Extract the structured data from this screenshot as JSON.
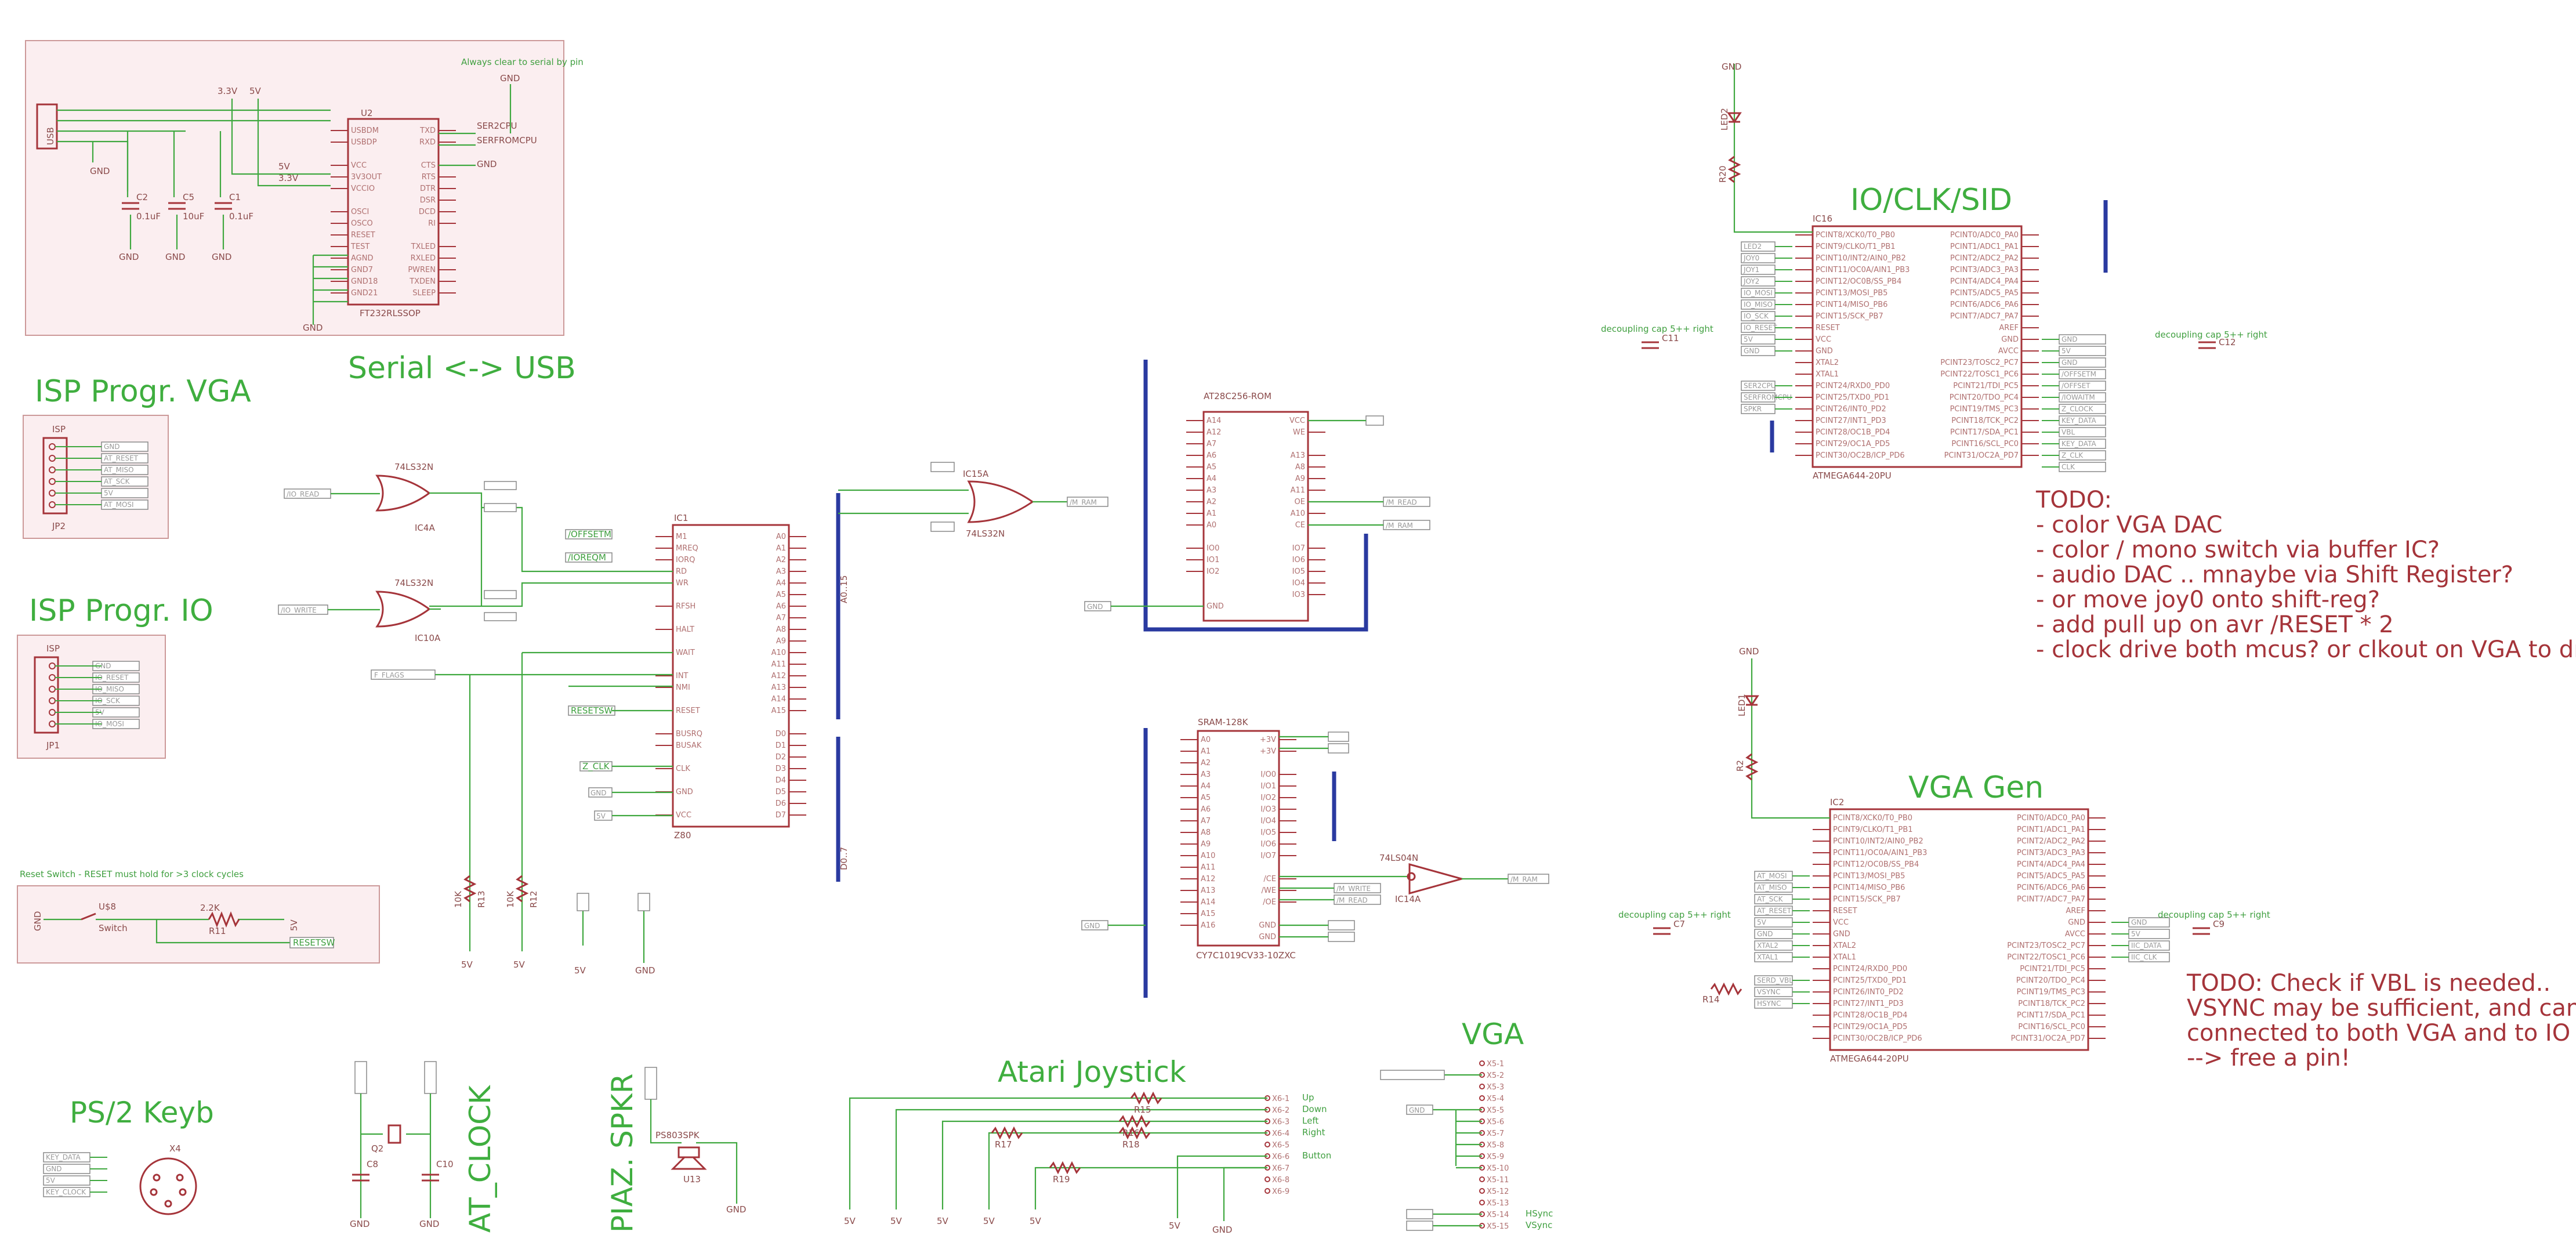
{
  "sheets": {
    "serial": "Serial <-> USB",
    "isp_vga": "ISP Progr. VGA",
    "isp_io": "ISP Progr. IO",
    "io_clk": "IO/CLK/SID",
    "vga_gen": "VGA Gen",
    "ps2": "PS/2 Keyb",
    "at_clock": "AT_CLOCK",
    "spkr": "PIAZ. SPKR",
    "joystick": "Atari Joystick",
    "vga": "VGA"
  },
  "todo_io": {
    "title": "TODO:",
    "lines": [
      "- color VGA DAC",
      "-   color / mono switch via buffer IC?",
      "- audio DAC .. mnaybe via Shift Register?",
      "-   or move joy0 onto shift-reg?",
      "- add pull up on avr /RESET * 2",
      "- clock drive both mcus? or clkout on VGA to drive IO?"
    ]
  },
  "todo_vga": {
    "lines": [
      "TODO: Check if VBL is needed..",
      "VSYNC may be sufficient, and can be",
      "connected to both VGA and to IO mcu",
      "--> free a pin!"
    ]
  },
  "parts": {
    "u2": "U2",
    "u2_part": "FT232RLSSOP",
    "usb": "USB",
    "ic1": "IC1",
    "z80": "Z80",
    "ic4a": "IC4A",
    "ic10a": "IC10A",
    "ic4a_type": "74LS32N",
    "ic10a_type": "74LS32N",
    "ic15a": "IC15A",
    "ic15a_type": "74LS32N",
    "rom": "AT28C256-ROM",
    "sram": "SRAM-128K",
    "sram_part": "CY7C1019CV33-10ZXC",
    "ic14a": "IC14A",
    "ic14a_type": "74LS04N",
    "ic16": "IC16",
    "ic16_part": "ATMEGA644-20PU",
    "ic2": "IC2",
    "ic2_part": "ATMEGA644-20PU",
    "jp2": "JP2",
    "jp1": "JP1",
    "isp": "ISP",
    "x4": "X4",
    "x6": "X6",
    "x5": "X5",
    "q2": "Q2",
    "c8": "C8",
    "c10": "C10",
    "spkr_part": "PS803SPK",
    "u13": "U13",
    "u8": "U$8",
    "switch": "Switch",
    "r11": "R11",
    "r11_val": "2.2K",
    "reset_note": "Reset Switch - RESET must hold for >3 clock cycles",
    "led2": "LED2",
    "led1": "LED1",
    "r20": "R20",
    "r2": "R2",
    "r14": "R14",
    "c11": "C11",
    "c12": "C12",
    "c7": "C7",
    "c9": "C9",
    "c2": "C2",
    "c5": "C5",
    "c1": "C1",
    "c2v": "0.1uF",
    "c5v": "10uF",
    "c1v": "0.1uF",
    "r13": "R13",
    "r12": "R12",
    "r13v": "10K",
    "r12v": "10K",
    "r15": "R15",
    "r16": "R16",
    "r17": "R17",
    "r18": "R18",
    "r19": "R19"
  },
  "power": {
    "gnd": "GND",
    "v5": "5V",
    "v33": "3.3V"
  },
  "nets": {
    "ser2cpu": "SER2CPU",
    "serfromcpu": "SERFROMCPU",
    "m_read": "/M_READ",
    "m_write": "/M_WRITE",
    "m_ram": "/M_RAM",
    "io_read": "/IO_READ",
    "io_write": "/IO_WRITE",
    "reset_sw": "RESETSW",
    "z_clk": "Z_CLK",
    "m_flag": "F_FLAGS",
    "a_bus": "A0..15",
    "d_bus": "D0..7",
    "offset": "/OFFSETM",
    "iorequ": "/IOREQM",
    "vga_hsync": "HSync",
    "vga_vsync": "VSync"
  },
  "joystick_labels": [
    "Up",
    "Down",
    "Left",
    "Right",
    "",
    "Button"
  ],
  "ps2_labels": [
    "KEY_DATA",
    "GND",
    "5V",
    "KEY_CLOCK"
  ],
  "vga_pin_labels": [
    "X5-1",
    "X5-2",
    "X5-3",
    "X5-4",
    "X5-5",
    "X5-6",
    "X5-7",
    "X5-8",
    "X5-9",
    "X5-10",
    "X5-11",
    "X5-12",
    "X5-13",
    "X5-14",
    "X5-15"
  ],
  "joy_pin_labels": [
    "X6-1",
    "X6-2",
    "X6-3",
    "X6-4",
    "X6-5",
    "X6-6",
    "X6-7",
    "X6-8",
    "X6-9"
  ],
  "ft232_pins_left": [
    "USBDM",
    "USBDP",
    "",
    "VCC",
    "3V3OUT",
    "VCCIO",
    "",
    "OSCI",
    "OSCO",
    "RESET",
    "TEST",
    "AGND",
    "GND7",
    "GND18",
    "GND21"
  ],
  "ft232_pins_right": [
    "TXD",
    "RXD",
    "",
    "CTS",
    "RTS",
    "DTR",
    "DSR",
    "DCD",
    "RI",
    "",
    "TXLED",
    "RXLED",
    "PWREN",
    "TXDEN",
    "SLEEP"
  ],
  "z80_pins_left": [
    "M1",
    "MREQ",
    "IORQ",
    "RD",
    "WR",
    "",
    "RFSH",
    "",
    "HALT",
    "",
    "WAIT",
    "",
    "INT",
    "NMI",
    "",
    "RESET",
    "",
    "BUSRQ",
    "BUSAK",
    "",
    "CLK",
    "",
    "GND",
    "",
    "VCC"
  ],
  "z80_pins_right": [
    "A0",
    "A1",
    "A2",
    "A3",
    "A4",
    "A5",
    "A6",
    "A7",
    "A8",
    "A9",
    "A10",
    "A11",
    "A12",
    "A13",
    "A14",
    "A15",
    "",
    "D0",
    "D1",
    "D2",
    "D3",
    "D4",
    "D5",
    "D6",
    "D7"
  ],
  "rom_pins_left": [
    "A14",
    "A12",
    "A7",
    "A6",
    "A5",
    "A4",
    "A3",
    "A2",
    "A1",
    "A0",
    "",
    "IO0",
    "IO1",
    "IO2",
    "",
    "",
    "GND"
  ],
  "rom_pins_right": [
    "VCC",
    "WE",
    "",
    "A13",
    "A8",
    "A9",
    "A11",
    "OE",
    "A10",
    "CE",
    "",
    "IO7",
    "IO6",
    "IO5",
    "IO4",
    "IO3",
    ""
  ],
  "sram_pins_left": [
    "A0",
    "A1",
    "A2",
    "A3",
    "A4",
    "A5",
    "A6",
    "A7",
    "A8",
    "A9",
    "A10",
    "A11",
    "A12",
    "A13",
    "A14",
    "A15",
    "A16"
  ],
  "sram_pins_right": [
    "+3V",
    "+3V",
    "",
    "I/O0",
    "I/O1",
    "I/O2",
    "I/O3",
    "I/O4",
    "I/O5",
    "I/O6",
    "I/O7",
    "",
    "/CE",
    "/WE",
    "/OE",
    "",
    "GND",
    "GND"
  ],
  "avr_pins_left": [
    "PCINT8/XCK0/T0_PB0",
    "PCINT9/CLKO/T1_PB1",
    "PCINT10/INT2/AIN0_PB2",
    "PCINT11/OC0A/AIN1_PB3",
    "PCINT12/OC0B/SS_PB4",
    "PCINT13/MOSI_PB5",
    "PCINT14/MISO_PB6",
    "PCINT15/SCK_PB7",
    "RESET",
    "VCC",
    "GND",
    "XTAL2",
    "XTAL1",
    "PCINT24/RXD0_PD0",
    "PCINT25/TXD0_PD1",
    "PCINT26/INT0_PD2",
    "PCINT27/INT1_PD3",
    "PCINT28/OC1B_PD4",
    "PCINT29/OC1A_PD5",
    "PCINT30/OC2B/ICP_PD6"
  ],
  "avr_pins_right": [
    "PCINT0/ADC0_PA0",
    "PCINT1/ADC1_PA1",
    "PCINT2/ADC2_PA2",
    "PCINT3/ADC3_PA3",
    "PCINT4/ADC4_PA4",
    "PCINT5/ADC5_PA5",
    "PCINT6/ADC6_PA6",
    "PCINT7/ADC7_PA7",
    "AREF",
    "GND",
    "AVCC",
    "PCINT23/TOSC2_PC7",
    "PCINT22/TOSC1_PC6",
    "PCINT21/TDI_PC5",
    "PCINT20/TDO_PC4",
    "PCINT19/TMS_PC3",
    "PCINT18/TCK_PC2",
    "PCINT17/SDA_PC1",
    "PCINT16/SCL_PC0",
    "PCINT31/OC2A_PD7"
  ],
  "isp_labels": [
    "GND",
    "AT_RESET",
    "AT_MISO",
    "AT_SCK",
    "5V",
    "AT_MOSI"
  ],
  "isp_io_labels": [
    "GND",
    "IO_RESET",
    "IO_MISO",
    "IO_SCK",
    "5V",
    "IO_MOSI"
  ],
  "io_left_flags": [
    "LED2",
    "JOY0",
    "JOY1",
    "JOY2",
    "IO_MOSI",
    "IO_MISO",
    "IO_SCK",
    "IO_RESET",
    "5V",
    "GND",
    "",
    "",
    "SER2CPU",
    "SERFROMCPU",
    "SPKR"
  ],
  "io_right_flags": [
    "GND",
    "5V",
    "GND",
    "/OFFSETM",
    "/OFFSET",
    "/IOWAITM",
    "Z_CLOCK",
    "KEY_DATA",
    "VBL",
    "KEY_DATA",
    "Z_CLK",
    "CLK"
  ],
  "vga_left_flags": [
    "AT_MOSI",
    "AT_MISO",
    "AT_SCK",
    "AT_RESET",
    "5V",
    "GND",
    "XTAL2",
    "XTAL1",
    "",
    "SERD_VBL",
    "VSYNC",
    "HSYNC"
  ],
  "vga_right_flags": [
    "GND",
    "5V",
    "IIC_DATA",
    "IIC_CLK"
  ],
  "decoupling": "decoupling cap 5++ right",
  "ft_note": "Always clear to serial by pin",
  "colors": {
    "part": "#a5343a",
    "wire": "#3fa83f",
    "bus": "#2a3aa0",
    "title": "#3fae3f",
    "todo": "#a5343a",
    "frame": "#fbeef0"
  }
}
